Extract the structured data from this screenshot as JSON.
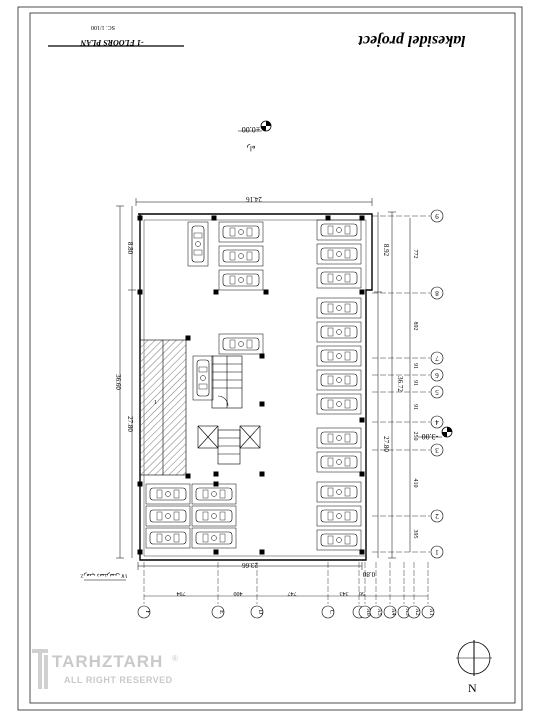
{
  "title_block": {
    "project": "lakesidel project",
    "sheet_title": "-1 FLOORS PLAN",
    "scale": "SC. 1/100"
  },
  "levels": {
    "top": "±0.00",
    "right": "-3.00",
    "note": "راه"
  },
  "overall_dims": {
    "top": "24.16",
    "bottom": "23.66",
    "left_total": "36.60",
    "left_lower": "27.80",
    "left_upper": "8.80",
    "right_total": "36.72",
    "right_lower": "27.80",
    "right_upper": "8.92",
    "corner": "0.80"
  },
  "right_axes": [
    {
      "label": "9"
    },
    {
      "label": "8"
    },
    {
      "label": "7"
    },
    {
      "label": "6"
    },
    {
      "label": "5"
    },
    {
      "label": "4"
    },
    {
      "label": "3"
    },
    {
      "label": "2"
    },
    {
      "label": "1"
    }
  ],
  "right_axis_dims": [
    "772",
    "892",
    "91",
    "91",
    "91",
    "250",
    "410",
    "395"
  ],
  "bottom_axes": [
    {
      "label": "F"
    },
    {
      "label": "E"
    },
    {
      "label": "D"
    },
    {
      "label": "C"
    },
    {
      "label": "B"
    },
    {
      "label": "A6"
    },
    {
      "label": "A5"
    },
    {
      "label": "A4"
    },
    {
      "label": "A3"
    },
    {
      "label": "A2"
    },
    {
      "label": "A1"
    }
  ],
  "bottom_axis_dims": [
    "794",
    "400",
    "747",
    "343",
    "56"
  ],
  "ramp_note": "رمپ دسترسی ۱۷٪",
  "ramp_arrow": "1",
  "north": "N",
  "watermark": {
    "brand": "TARHZTARH",
    "sub": "ALL RIGHT RESERVED",
    "mark": "®"
  }
}
